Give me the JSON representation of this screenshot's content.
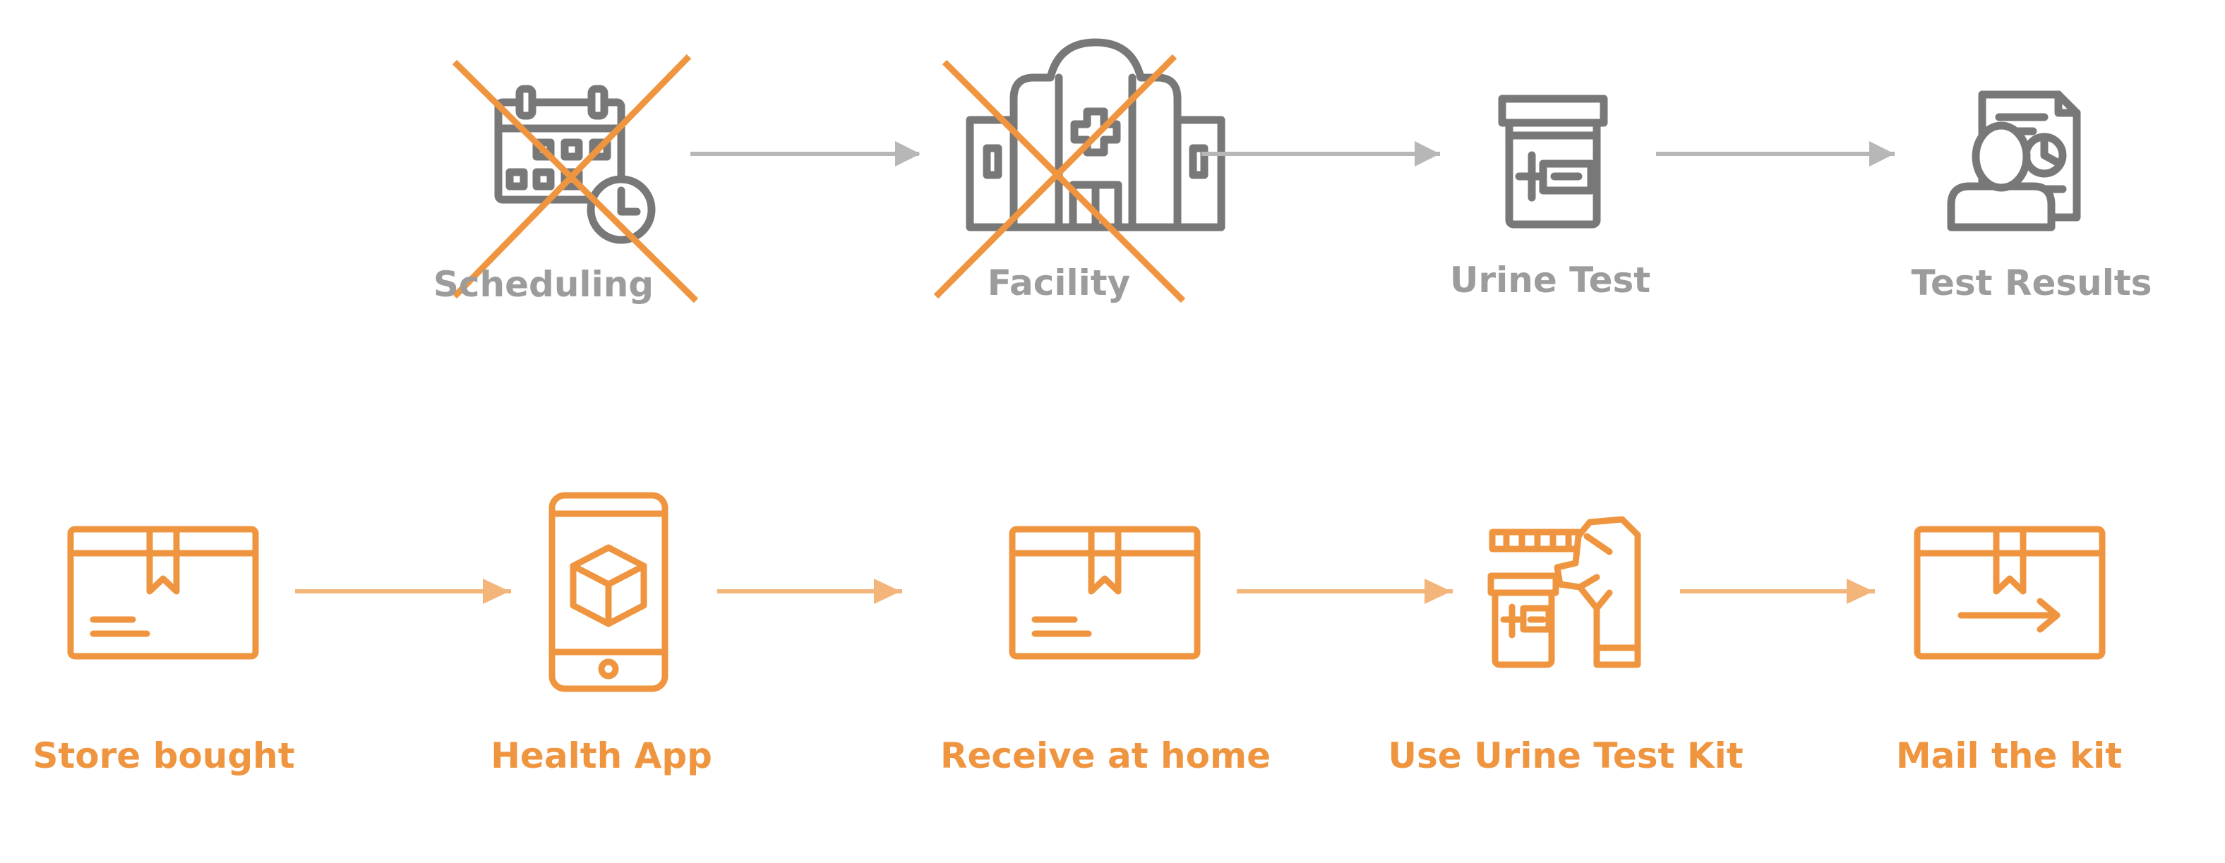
{
  "colors": {
    "gray_icon": "#787878",
    "gray_text": "#9c9c9c",
    "gray_arrow": "#b7b7b7",
    "orange": "#f0953f",
    "orange_arrow": "#f3b57a"
  },
  "traditional_flow": {
    "steps": [
      {
        "label": "Scheduling",
        "icon": "calendar-clock-icon",
        "crossed_out": true
      },
      {
        "label": "Facility",
        "icon": "hospital-building-icon",
        "crossed_out": true
      },
      {
        "label": "Urine Test",
        "icon": "specimen-cup-icon",
        "crossed_out": false
      },
      {
        "label": "Test Results",
        "icon": "person-report-icon",
        "crossed_out": false
      }
    ]
  },
  "home_flow": {
    "steps": [
      {
        "label": "Store bought",
        "icon": "shipping-box-icon"
      },
      {
        "label": "Health App",
        "icon": "smartphone-cube-icon"
      },
      {
        "label": "Receive at home",
        "icon": "shipping-box-icon"
      },
      {
        "label": "Use Urine Test Kit",
        "icon": "urine-test-kit-hand-icon"
      },
      {
        "label": "Mail the kit",
        "icon": "mail-box-arrow-icon"
      }
    ]
  }
}
